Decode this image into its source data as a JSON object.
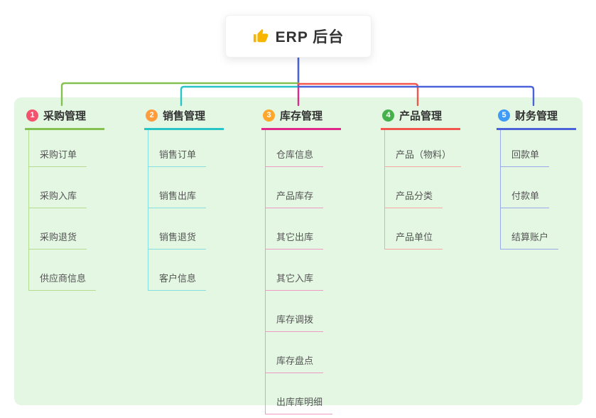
{
  "root": {
    "label": "ERP 后台",
    "icon": "thumbs-up",
    "icon_color": "#f7b500"
  },
  "canvas": {
    "background": "#e3f7e3"
  },
  "root_connector_color": "#4a63d8",
  "branches": [
    {
      "num": "1",
      "label": "采购管理",
      "badge_color": "#f4526e",
      "line_color": "#84c150",
      "child_line_color": "#b6dc90",
      "children": [
        "采购订单",
        "采购入库",
        "采购退货",
        "供应商信息"
      ]
    },
    {
      "num": "2",
      "label": "销售管理",
      "badge_color": "#ff9d3e",
      "line_color": "#29c4c6",
      "child_line_color": "#85dedf",
      "children": [
        "销售订单",
        "销售出库",
        "销售退货",
        "客户信息"
      ]
    },
    {
      "num": "3",
      "label": "库存管理",
      "badge_color": "#ffa62b",
      "line_color": "#df2a8c",
      "child_line_color": "#ee9ac6",
      "children": [
        "仓库信息",
        "产品库存",
        "其它出库",
        "其它入库",
        "库存调拨",
        "库存盘点",
        "出库库明细"
      ]
    },
    {
      "num": "4",
      "label": "产品管理",
      "badge_color": "#46b14c",
      "line_color": "#f2564d",
      "child_line_color": "#f7a7a2",
      "children": [
        "产品（物料）",
        "产品分类",
        "产品单位"
      ]
    },
    {
      "num": "5",
      "label": "财务管理",
      "badge_color": "#3f9bf5",
      "line_color": "#4a63d8",
      "child_line_color": "#9aa9e9",
      "children": [
        "回款单",
        "付款单",
        "结算账户"
      ]
    }
  ]
}
